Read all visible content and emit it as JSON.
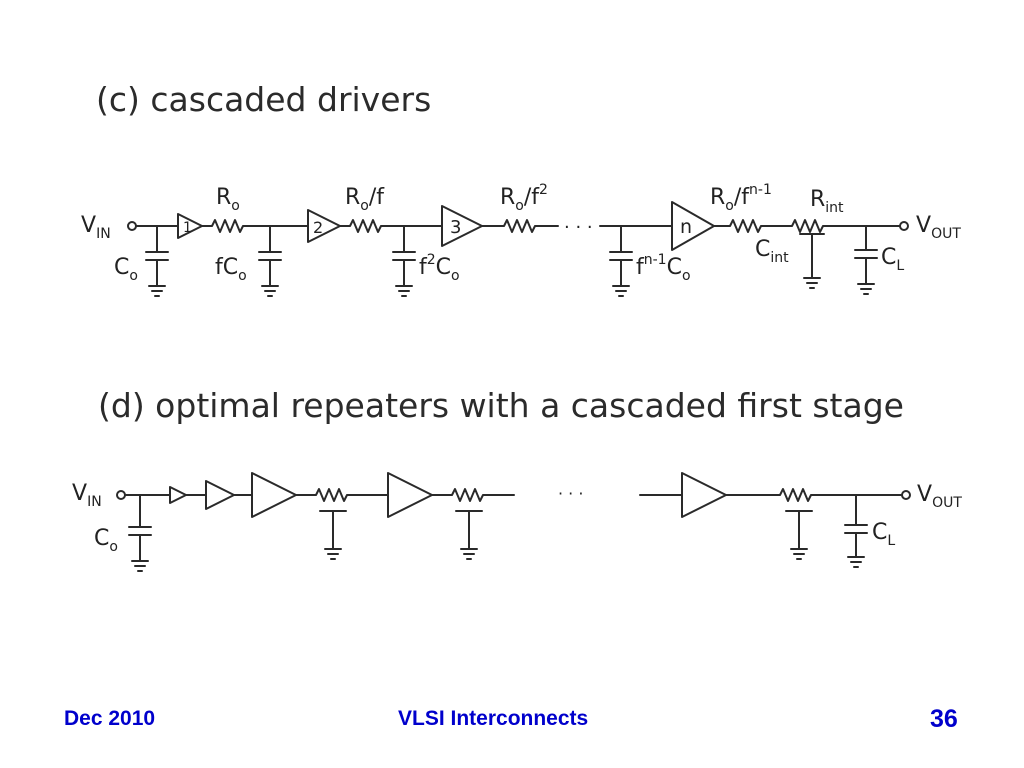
{
  "slide": {
    "section_c_title": "(c) cascaded drivers",
    "section_d_title": "(d) optimal repeaters with a cascaded first stage"
  },
  "circuit_c": {
    "input_label": "V",
    "input_sub": "IN",
    "output_label": "V",
    "output_sub": "OUT",
    "driver_labels": [
      "1",
      "2",
      "3",
      "n"
    ],
    "resistor_labels": {
      "r1_main": "R",
      "r1_sub": "o",
      "r2_main": "R",
      "r2_sub": "o",
      "r2_tail": "/f",
      "r3_main": "R",
      "r3_sub": "o",
      "r3_tail": "/f",
      "r3_sup": "2",
      "r4_main": "R",
      "r4_sub": "o",
      "r4_tail": "/f",
      "r4_sup": "n-1",
      "rint_main": "R",
      "rint_sub": "int"
    },
    "capacitor_labels": {
      "c1_main": "C",
      "c1_sub": "o",
      "c2_main": "fC",
      "c2_sub": "o",
      "c3_pre": "f",
      "c3_sup": "2",
      "c3_main": "C",
      "c3_sub": "o",
      "c4_pre": "f",
      "c4_sup": "n-1",
      "c4_main": "C",
      "c4_sub": "o",
      "cint_main": "C",
      "cint_sub": "int",
      "cl_main": "C",
      "cl_sub": "L"
    },
    "ellipsis": "· · ·"
  },
  "circuit_d": {
    "input_label": "V",
    "input_sub": "IN",
    "output_label": "V",
    "output_sub": "OUT",
    "c0_main": "C",
    "c0_sub": "o",
    "cl_main": "C",
    "cl_sub": "L",
    "ellipsis": "· · ·"
  },
  "footer": {
    "date": "Dec 2010",
    "title": "VLSI Interconnects",
    "page_number": "36"
  },
  "colors": {
    "footer_text": "#0000cc",
    "ink": "#2a2a2a"
  }
}
